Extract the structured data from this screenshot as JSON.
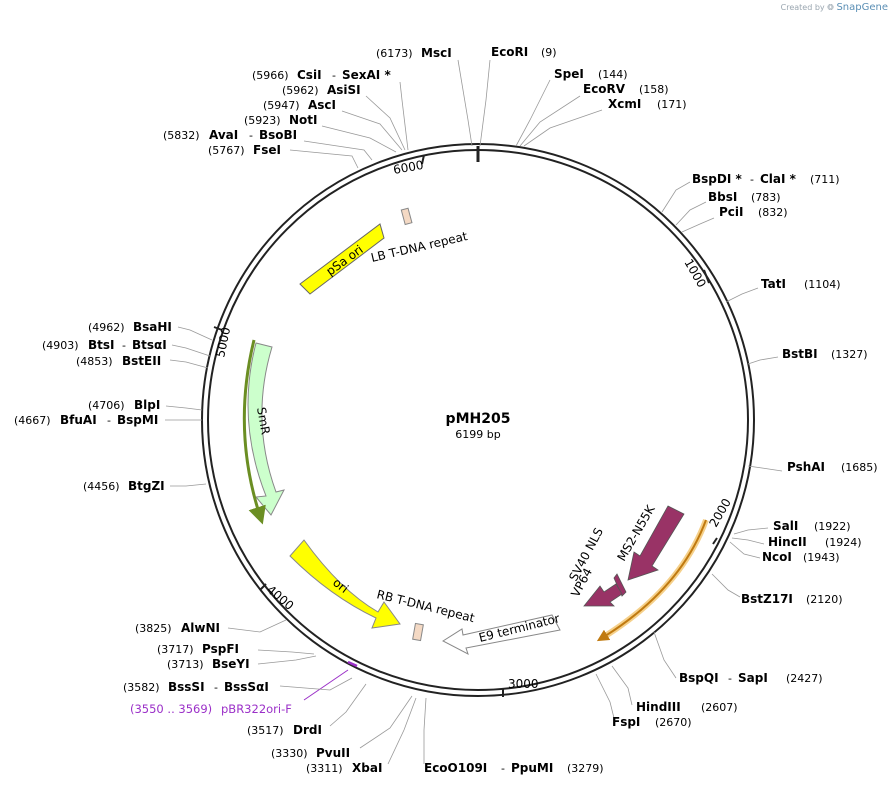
{
  "header": {
    "created_by": "Created by",
    "brand": "SnapGene"
  },
  "plasmid": {
    "name": "pMH205",
    "size_label": "6199 bp"
  },
  "ticks": [
    "1000",
    "2000",
    "3000",
    "4000",
    "5000",
    "6000"
  ],
  "features": {
    "psa_ori": "pSa ori",
    "lb_repeat": "LB T-DNA repeat",
    "smr": "SmR",
    "ori": "ori",
    "rb_repeat": "RB T-DNA repeat",
    "e9": "E9 terminator",
    "sv40": "SV40 NLS",
    "vp64": "VP64",
    "ms2": "MS2-N55K"
  },
  "sites": {
    "msci": {
      "name": "MscI",
      "pos": "(6173)"
    },
    "ecori": {
      "name": "EcoRI",
      "pos": "(9)"
    },
    "spei": {
      "name": "SpeI",
      "pos": "(144)"
    },
    "ecorv": {
      "name": "EcoRV",
      "pos": "(158)"
    },
    "xcmi": {
      "name": "XcmI",
      "pos": "(171)"
    },
    "csii": {
      "name": "CsiI",
      "name2": "SexAI *",
      "pos": "(5966)"
    },
    "asisi": {
      "name": "AsiSI",
      "pos": "(5962)"
    },
    "asci": {
      "name": "AscI",
      "pos": "(5947)"
    },
    "noti": {
      "name": "NotI",
      "pos": "(5923)"
    },
    "avai": {
      "name": "AvaI",
      "name2": "BsoBI",
      "pos": "(5832)"
    },
    "fsei": {
      "name": "FseI",
      "pos": "(5767)"
    },
    "bspdi": {
      "name": "BspDI *",
      "name2": "ClaI *",
      "pos": "(711)"
    },
    "bbsi": {
      "name": "BbsI",
      "pos": "(783)"
    },
    "pcii": {
      "name": "PciI",
      "pos": "(832)"
    },
    "tati": {
      "name": "TatI",
      "pos": "(1104)"
    },
    "bstbi": {
      "name": "BstBI",
      "pos": "(1327)"
    },
    "pshai": {
      "name": "PshAI",
      "pos": "(1685)"
    },
    "sali": {
      "name": "SalI",
      "pos": "(1922)"
    },
    "hincii": {
      "name": "HincII",
      "pos": "(1924)"
    },
    "ncoi": {
      "name": "NcoI",
      "pos": "(1943)"
    },
    "bstz17i": {
      "name": "BstZ17I",
      "pos": "(2120)"
    },
    "bspqi": {
      "name": "BspQI",
      "name2": "SapI",
      "pos": "(2427)"
    },
    "hindiii": {
      "name": "HindIII",
      "pos": "(2607)"
    },
    "fspi": {
      "name": "FspI",
      "pos": "(2670)"
    },
    "ecoo109i": {
      "name": "EcoO109I",
      "name2": "PpuMI",
      "pos": "(3279)"
    },
    "xbai": {
      "name": "XbaI",
      "pos": "(3311)"
    },
    "pvuii": {
      "name": "PvuII",
      "pos": "(3330)"
    },
    "drdi": {
      "name": "DrdI",
      "pos": "(3517)"
    },
    "bsssi": {
      "name": "BssSI",
      "name2": "BssSαI",
      "pos": "(3582)"
    },
    "bseyi": {
      "name": "BseYI",
      "pos": "(3713)"
    },
    "pspfi": {
      "name": "PspFI",
      "pos": "(3717)"
    },
    "alwni": {
      "name": "AlwNI",
      "pos": "(3825)"
    },
    "btgzi": {
      "name": "BtgZI",
      "pos": "(4456)"
    },
    "bfuai": {
      "name": "BfuAI",
      "name2": "BspMI",
      "pos": "(4667)"
    },
    "blpi": {
      "name": "BlpI",
      "pos": "(4706)"
    },
    "bsteii": {
      "name": "BstEII",
      "pos": "(4853)"
    },
    "btsi": {
      "name": "BtsI",
      "name2": "BtsαI",
      "pos": "(4903)"
    },
    "bsahi": {
      "name": "BsaHI",
      "pos": "(4962)"
    }
  },
  "primer": {
    "range": "(3550 .. 3569)",
    "name": "pBR322ori-F"
  },
  "colors": {
    "yellow": "#ffff00",
    "smr_fill": "#ccffcc",
    "repeat_fill": "#f4d9c4",
    "nls_fill": "#993366",
    "primer": "#9b30c8",
    "orange": "#f5a623",
    "backbone": "#222222"
  }
}
